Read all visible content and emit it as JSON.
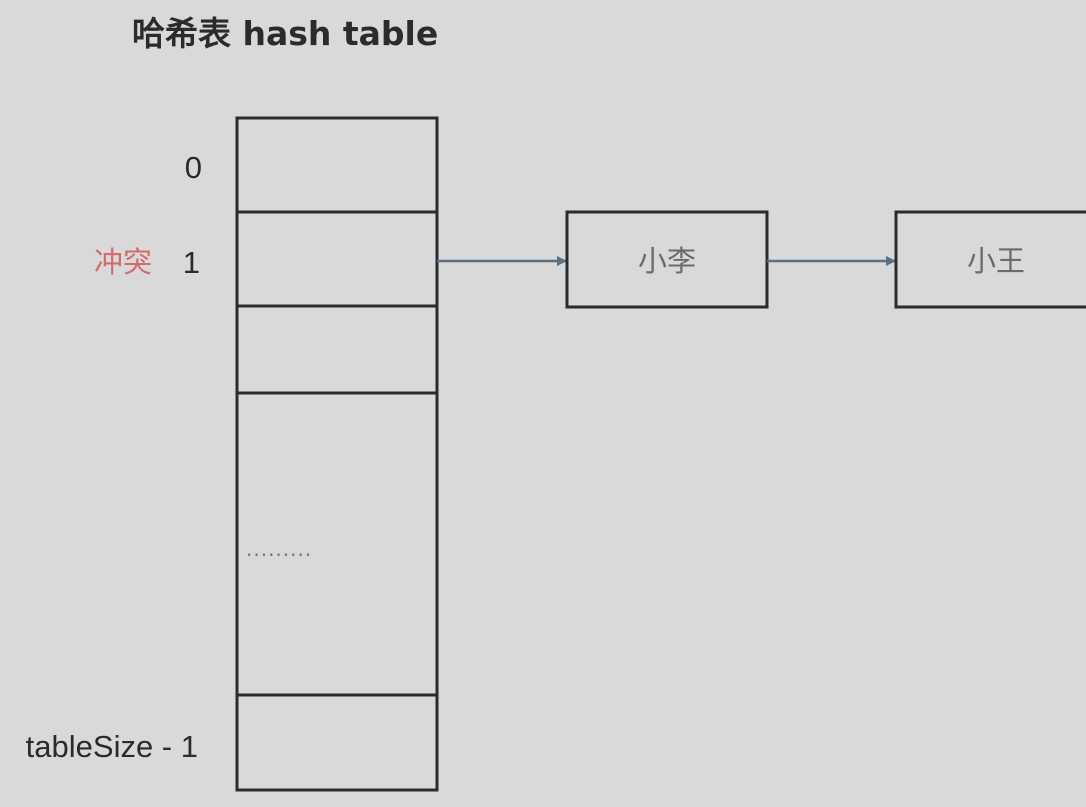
{
  "title": "哈希表 hash table",
  "table": {
    "index_labels": [
      "0",
      "1",
      "tableSize - 1"
    ],
    "conflict_label": "冲突",
    "ellipsis": "........."
  },
  "chain": {
    "nodes": [
      "小李",
      "小王"
    ]
  },
  "colors": {
    "background": "#d9d9d9",
    "stroke": "#2b2b2b",
    "conflict": "#d46a6a",
    "arrow": "#5a7184"
  }
}
